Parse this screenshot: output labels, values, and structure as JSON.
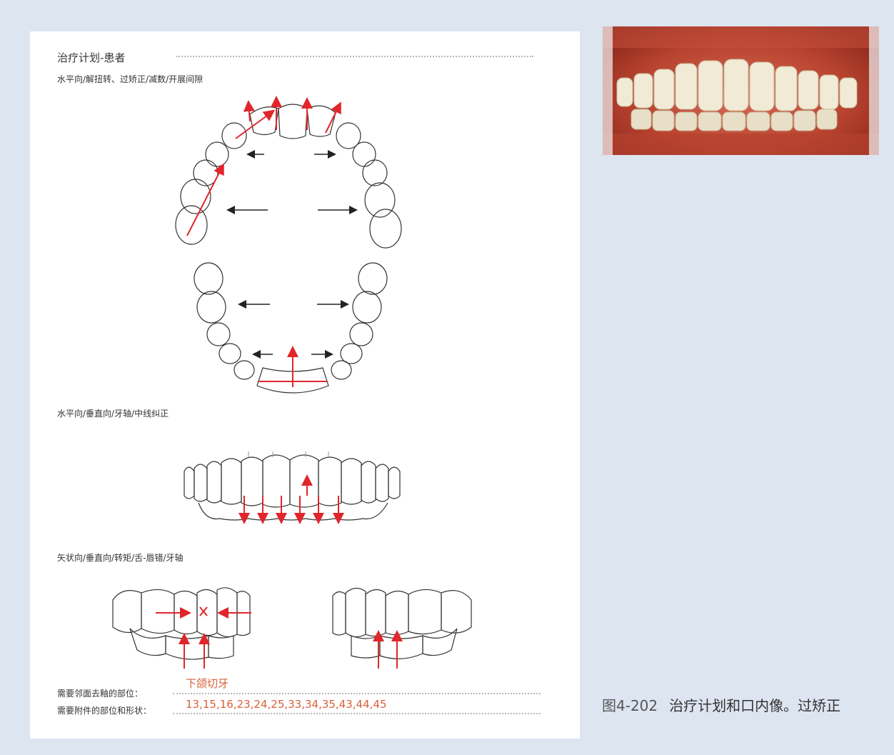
{
  "sheet": {
    "title": "治疗计划-患者",
    "section1": "水平向/解扭转、过矫正/减数/开展间隙",
    "section2": "水平向/垂直向/牙轴/中线纠正",
    "section3": "矢状向/垂直向/转矩/舌-唇错/牙轴",
    "ipr_label": "需要邻面去釉的部位：",
    "ipr_value": "下颌切牙",
    "attach_label": "需要附件的部位和形状：",
    "attach_value": "13,15,16,23,24,25,33,34,35,43,44,45"
  },
  "photo": {
    "description_icon": "intraoral-photo"
  },
  "caption": {
    "figure_number": "图4-202",
    "text": "治疗计划和口内像。过矫正"
  },
  "colors": {
    "accent": "#e0262b",
    "annotation": "#d9603a",
    "background": "#dde5f1"
  }
}
